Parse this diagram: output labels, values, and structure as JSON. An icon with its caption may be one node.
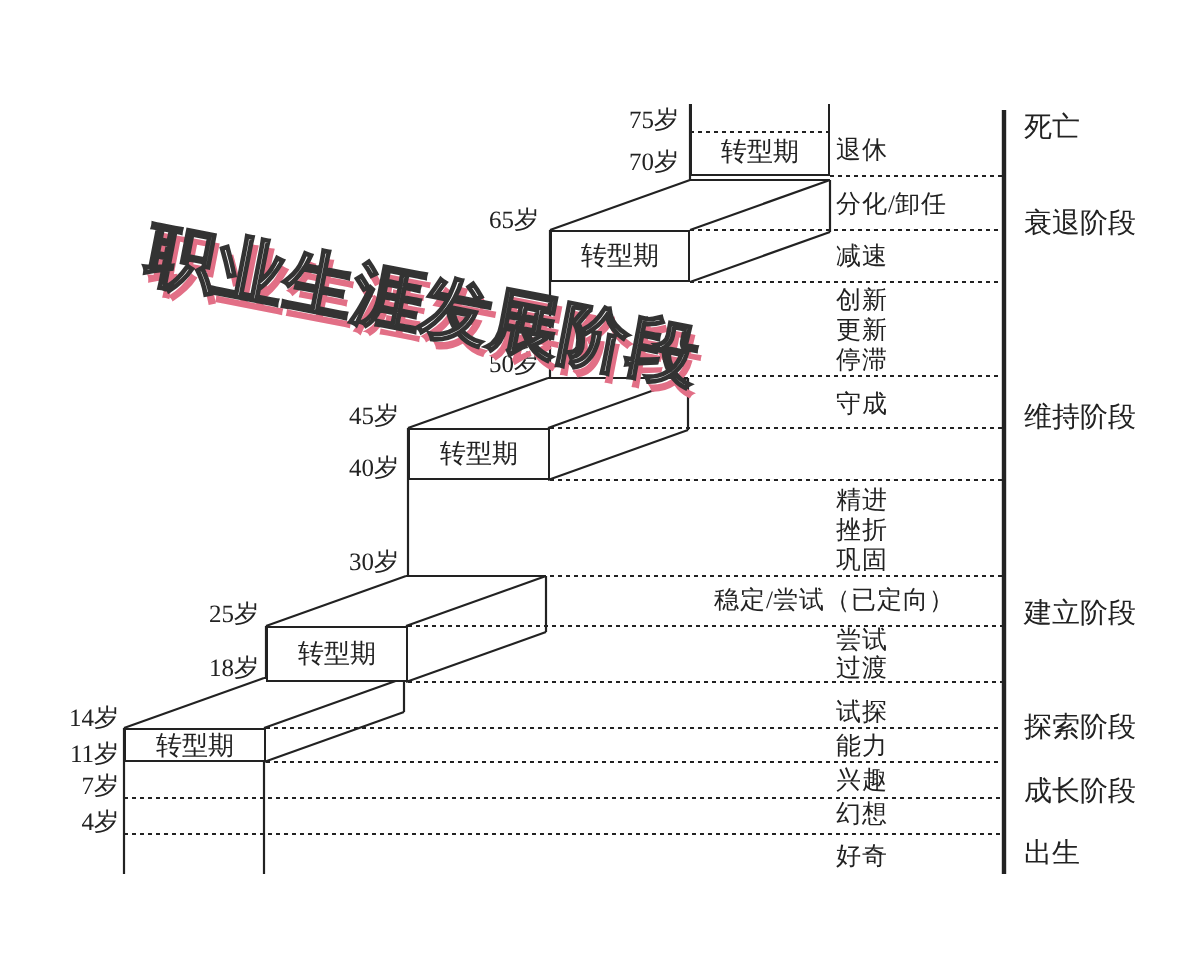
{
  "diagram": {
    "title": "职业生涯发展阶段",
    "nodes": [
      {
        "text": [
          "转型期"
        ]
      },
      {
        "text": [
          "转型期"
        ]
      },
      {
        "text": [
          "转型期"
        ]
      },
      {
        "text": [
          "转型期"
        ]
      },
      {
        "text": [
          "转型期"
        ]
      }
    ],
    "labels": [
      "75岁",
      "死亡",
      "70岁",
      "退休",
      "分化/卸任",
      "65岁",
      "衰退阶段",
      "减速",
      "创新",
      "更新",
      "停滞",
      "50岁",
      "守成",
      "维持阶段",
      "45岁",
      "40岁",
      "精进",
      "挫折",
      "巩固",
      "30岁",
      "稳定/尝试（已定向）",
      "建立阶段",
      "25岁",
      "尝试",
      "过渡",
      "18岁",
      "试探",
      "14岁",
      "探索阶段",
      "能力",
      "11岁",
      "兴趣",
      "成长阶段",
      "7岁",
      "幻想",
      "4岁",
      "好奇",
      "出生"
    ]
  }
}
